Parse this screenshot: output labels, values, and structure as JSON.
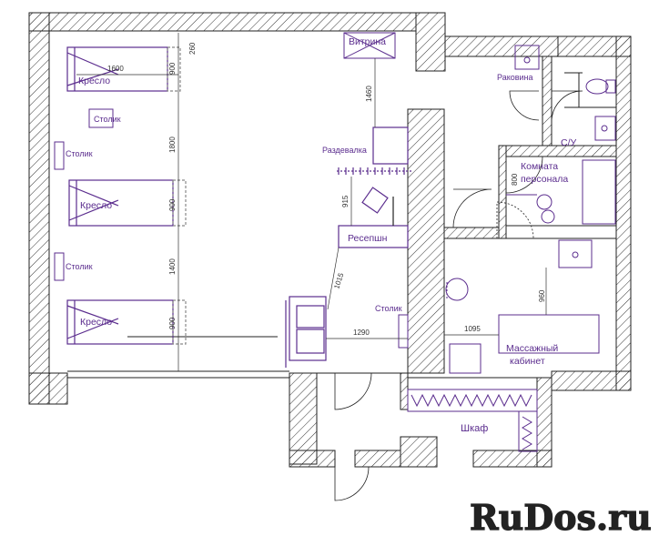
{
  "rooms": {
    "vitrina": "Витрина",
    "kreslo1": "Кресло",
    "kreslo2": "Кресло",
    "kreslo3": "Кресло",
    "stolik1": "Столик",
    "stolik2": "Столик",
    "stolik3": "Столик",
    "stolik4": "Столик",
    "razdevalka": "Раздевалка",
    "reception": "Ресепшн",
    "rakovina": "Раковина",
    "wc": "С/У",
    "staff_line1": "Комната",
    "staff_line2": "персонала",
    "massage_line1": "Массажный",
    "massage_line2": "кабинет",
    "shkaf": "Шкаф"
  },
  "dimensions": {
    "d1600": "1600",
    "d900a": "900",
    "d260": "260",
    "d1460": "1460",
    "d1800": "1800",
    "d900b": "900",
    "d915": "915",
    "d1400": "1400",
    "d1015": "1015",
    "d900c": "900",
    "d1290": "1290",
    "d800": "800",
    "d960": "960",
    "d1095": "1095"
  },
  "watermark": "RuDos.ru",
  "colors": {
    "label": "#5b2d8e",
    "wall_fill": "#ffffff",
    "line": "#222222",
    "accent": "#5b2d8e"
  }
}
